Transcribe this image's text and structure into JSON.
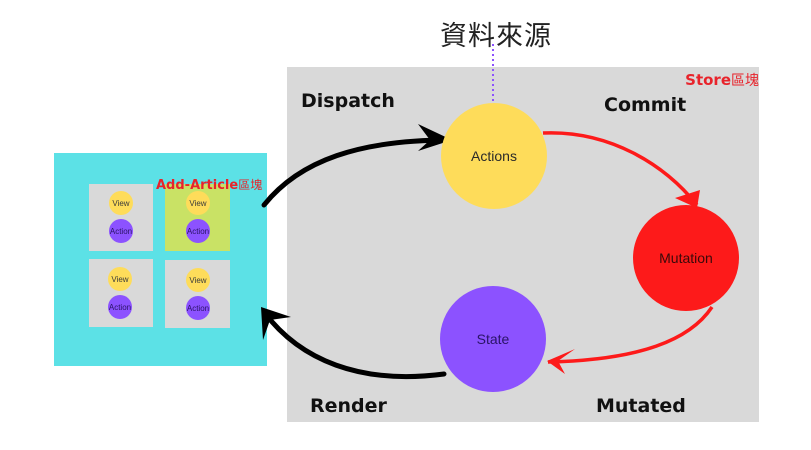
{
  "diagram": {
    "source_title": "資料來源",
    "store": {
      "label_latin": "Store",
      "label_cjk": "區塊"
    },
    "component_area": {
      "label_latin": "Add-Article",
      "label_cjk": "區塊"
    },
    "nodes": {
      "actions": "Actions",
      "mutation": "Mutation",
      "state": "State"
    },
    "flow_labels": {
      "dispatch": "Dispatch",
      "commit": "Commit",
      "mutated": "Mutated",
      "render": "Render"
    },
    "cards": [
      {
        "view": "View",
        "action": "Action",
        "highlighted": false
      },
      {
        "view": "View",
        "action": "Action",
        "highlighted": true
      },
      {
        "view": "View",
        "action": "Action",
        "highlighted": false
      },
      {
        "view": "View",
        "action": "Action",
        "highlighted": false
      }
    ],
    "colors": {
      "store_bg": "#d9d9d9",
      "component_bg": "#5ce1e6",
      "actions": "#fedc5a",
      "mutation": "#fd1a1a",
      "state": "#8c52ff",
      "highlight_card": "#c9e265",
      "accent_red": "#e8232b"
    }
  }
}
